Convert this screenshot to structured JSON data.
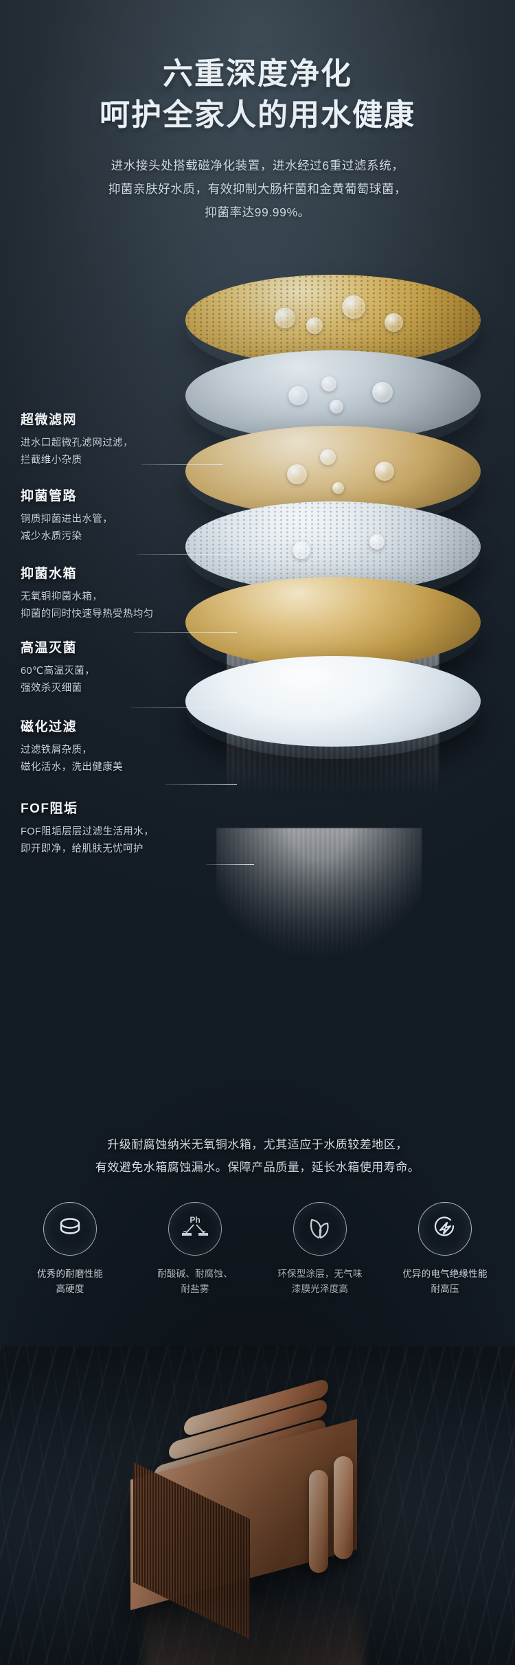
{
  "hero": {
    "title_line1": "六重深度净化",
    "title_line2": "呵护全家人的用水健康",
    "sub_line1": "进水接头处搭载磁净化装置，进水经过6重过滤系统，",
    "sub_line2": "抑菌亲肤好水质，有效抑制大肠杆菌和金黄葡萄球菌，",
    "sub_line3": "抑菌率达99.99%。"
  },
  "layers": [
    {
      "title": "超微滤网",
      "desc_line1": "进水口超微孔滤网过滤，",
      "desc_line2": "拦截维小杂质",
      "disc_color": "#d8b45c"
    },
    {
      "title": "抑菌管路",
      "desc_line1": "铜质抑菌进出水管，",
      "desc_line2": "减少水质污染",
      "disc_color": "#b9c2c9"
    },
    {
      "title": "抑菌水箱",
      "desc_line1": "无氧铜抑菌水箱，",
      "desc_line2": "抑菌的同时快速导热受热均匀",
      "disc_color": "#d4ab68"
    },
    {
      "title": "高温灭菌",
      "desc_line1": "60℃高温灭菌，",
      "desc_line2": "强效杀灭细菌",
      "disc_color": "#dde5ea"
    },
    {
      "title": "磁化过滤",
      "desc_line1": "过滤铁屑杂质，",
      "desc_line2": "磁化活水，洗出健康美",
      "disc_color": "#cfa557"
    },
    {
      "title": "FOF阻垢",
      "desc_line1": "FOF阻垢层层过滤生活用水，",
      "desc_line2": "即开即净，给肌肤无忧呵护",
      "disc_color": "#e7eef3"
    }
  ],
  "tank": {
    "copy_line1": "升级耐腐蚀纳米无氧铜水箱，尤其适应于水质较差地区，",
    "copy_line2": "有效避免水箱腐蚀漏水。保障产品质量，延长水箱使用寿命。"
  },
  "benefits": [
    {
      "icon": "disc-puck-icon",
      "cap_line1": "优秀的耐磨性能",
      "cap_line2": "高硬度"
    },
    {
      "icon": "ph-corrosion-icon",
      "cap_line1": "耐酸碱、耐腐蚀、",
      "cap_line2": "耐盐雾",
      "glyph": "Ph"
    },
    {
      "icon": "leaf-eco-icon",
      "cap_line1": "环保型涂层，无气味",
      "cap_line2": "漆膜光泽度高"
    },
    {
      "icon": "lightning-circle-icon",
      "cap_line1": "优异的电气绝缘性能",
      "cap_line2": "耐高压"
    }
  ],
  "colors": {
    "background_top": "#39444d",
    "background_bottom": "#121a22",
    "title_text": "#f2f7fb",
    "body_text": "#c6d1da",
    "gold": "#d8b45c",
    "silver": "#b9c2c9",
    "copper": "#d79a73"
  }
}
